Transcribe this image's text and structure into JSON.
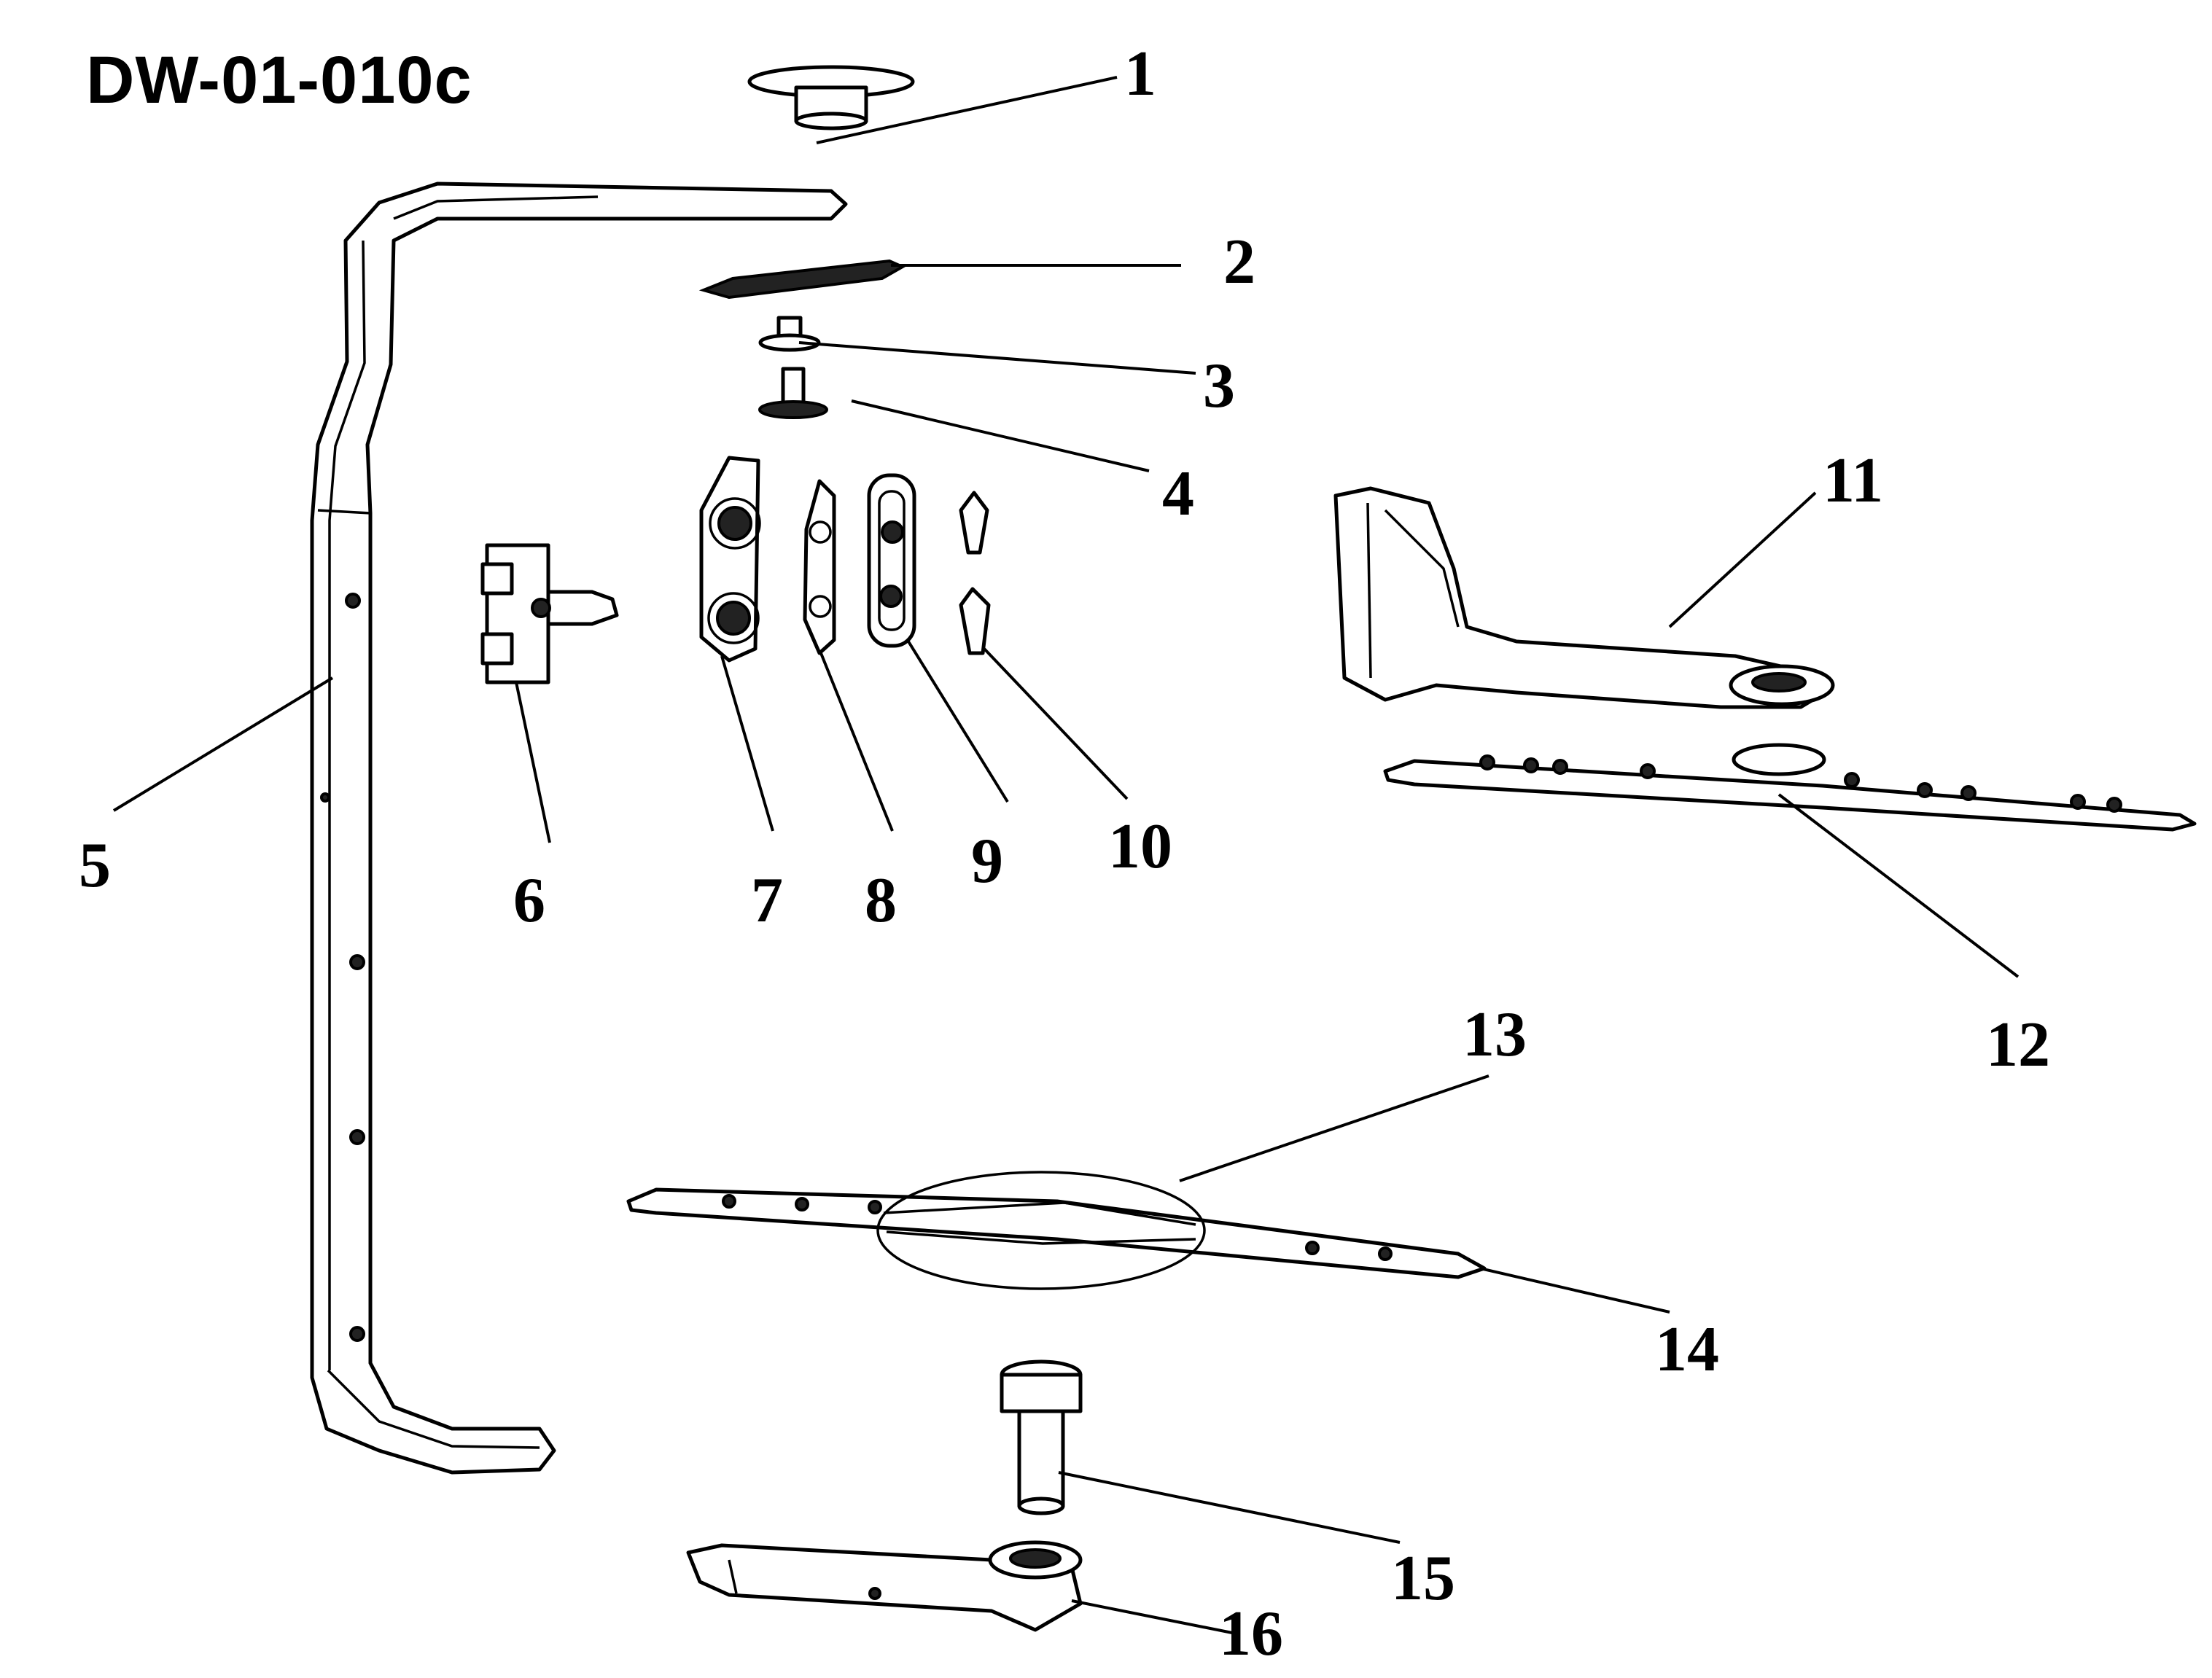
{
  "diagram_code": "DW-01-010c",
  "parts": [
    {
      "number": "1"
    },
    {
      "number": "2"
    },
    {
      "number": "3"
    },
    {
      "number": "4"
    },
    {
      "number": "5"
    },
    {
      "number": "6"
    },
    {
      "number": "7"
    },
    {
      "number": "8"
    },
    {
      "number": "9"
    },
    {
      "number": "10"
    },
    {
      "number": "11"
    },
    {
      "number": "12"
    },
    {
      "number": "13"
    },
    {
      "number": "14"
    },
    {
      "number": "15"
    },
    {
      "number": "16"
    }
  ]
}
